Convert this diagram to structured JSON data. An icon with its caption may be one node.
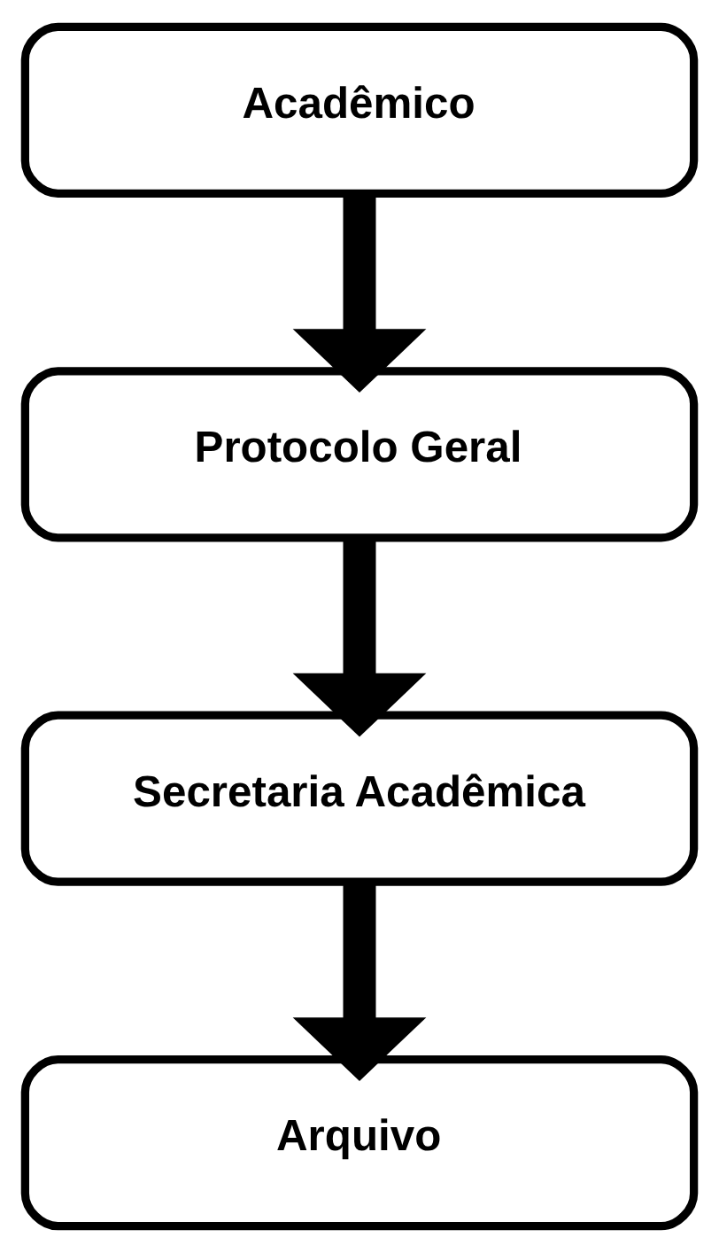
{
  "diagram": {
    "nodes": [
      {
        "text": [
          "Acadêmico"
        ]
      },
      {
        "text": [
          "Protocolo Geral"
        ]
      },
      {
        "text": [
          "Secretaria Acadêmica"
        ]
      },
      {
        "text": [
          "Arquivo"
        ]
      }
    ],
    "edges": [
      {
        "from": 0,
        "to": 1,
        "arrow": "to"
      },
      {
        "from": 1,
        "to": 2,
        "arrow": "to"
      },
      {
        "from": 2,
        "to": 3,
        "arrow": "to"
      }
    ]
  }
}
